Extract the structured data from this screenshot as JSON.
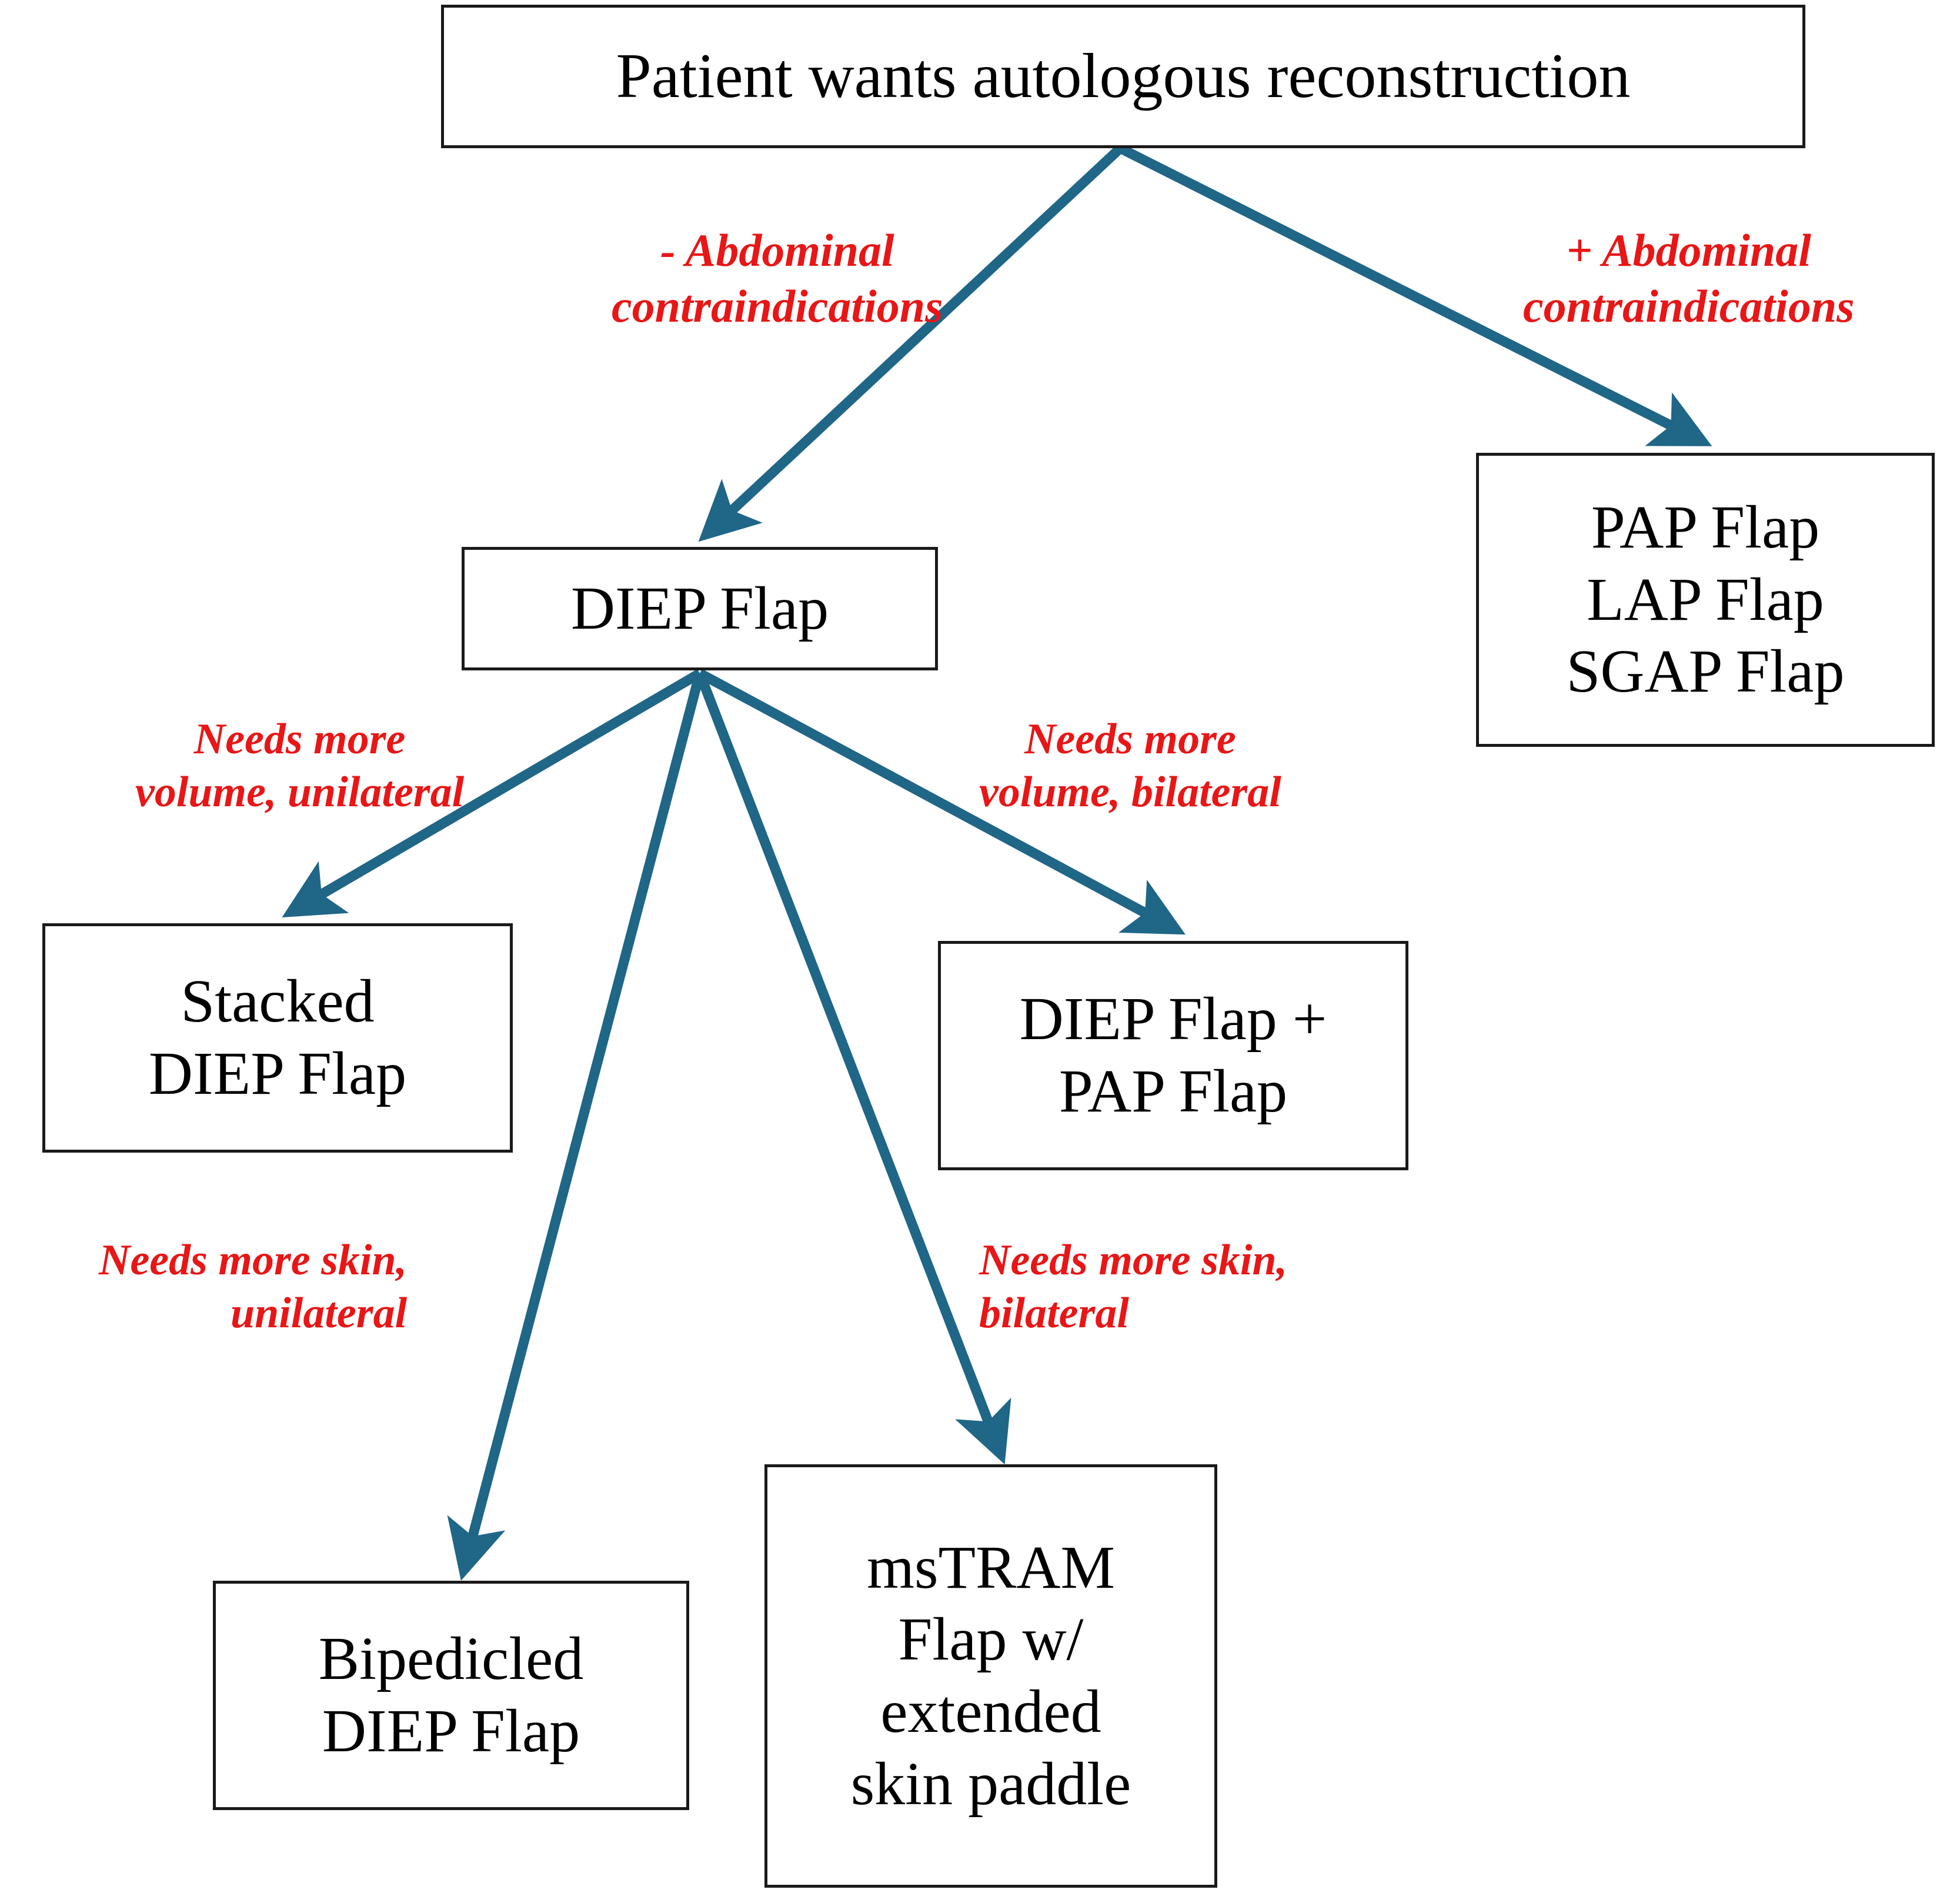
{
  "diagram": {
    "title": "Autologous breast reconstruction flap selection algorithm",
    "accent_arrow_color": "#1F6687",
    "label_color": "#E81616",
    "node_border_color": "#1A1A1A",
    "background_color": "#FFFFFF"
  },
  "nodes": {
    "root": {
      "lines": [
        "Patient wants autologous reconstruction"
      ]
    },
    "pap_group": {
      "lines": [
        "PAP Flap",
        "LAP Flap",
        "SGAP Flap"
      ]
    },
    "diep": {
      "lines": [
        "DIEP Flap"
      ]
    },
    "stacked_diep": {
      "lines": [
        "Stacked",
        "DIEP Flap"
      ]
    },
    "diep_plus_pap": {
      "lines": [
        "DIEP Flap +",
        "PAP Flap"
      ]
    },
    "bipedicled_diep": {
      "lines": [
        "Bipedicled",
        "DIEP Flap"
      ]
    },
    "mstram": {
      "lines": [
        "msTRAM",
        "Flap w/",
        "extended",
        "skin paddle"
      ]
    }
  },
  "edge_labels": {
    "minus_abdominal": {
      "lines": [
        "- Abdominal",
        "contraindications"
      ]
    },
    "plus_abdominal": {
      "lines": [
        "+ Abdominal",
        "contraindications"
      ]
    },
    "volume_unilateral": {
      "lines": [
        "Needs more",
        "volume, unilateral"
      ]
    },
    "volume_bilateral": {
      "lines": [
        "Needs more",
        "volume, bilateral"
      ]
    },
    "skin_unilateral": {
      "lines": [
        "Needs more skin,",
        "unilateral"
      ]
    },
    "skin_bilateral": {
      "lines": [
        "Needs more skin,",
        "bilateral"
      ]
    }
  },
  "edges": [
    {
      "from": "root",
      "to": "diep",
      "label": "minus_abdominal"
    },
    {
      "from": "root",
      "to": "pap_group",
      "label": "plus_abdominal"
    },
    {
      "from": "diep",
      "to": "stacked_diep",
      "label": "volume_unilateral"
    },
    {
      "from": "diep",
      "to": "diep_plus_pap",
      "label": "volume_bilateral"
    },
    {
      "from": "diep",
      "to": "bipedicled_diep",
      "label": "skin_unilateral"
    },
    {
      "from": "diep",
      "to": "mstram",
      "label": "skin_bilateral"
    }
  ]
}
